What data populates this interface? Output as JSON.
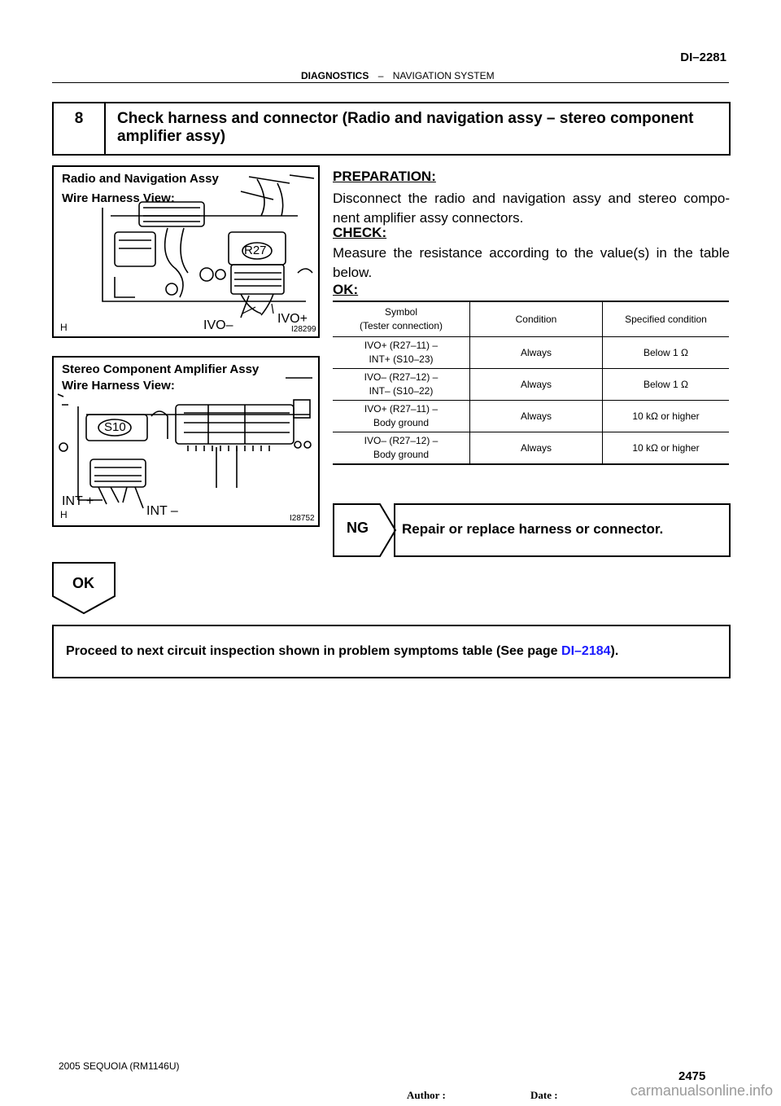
{
  "header": {
    "page_code": "DI–2281",
    "section": "DIAGNOSTICS",
    "separator": "–",
    "subsection": "NAVIGATION SYSTEM"
  },
  "step": {
    "number": "8",
    "title": "Check harness and connector (Radio and navigation assy – stereo component amplifier assy)"
  },
  "figure1": {
    "title_line1": "Radio and Navigation Assy",
    "title_line2": "Wire Harness View:",
    "connector": "R27",
    "label_neg": "IVO–",
    "label_pos": "IVO+",
    "corner": "H",
    "code": "I28299"
  },
  "figure2": {
    "title_line1": "Stereo Component Amplifier Assy",
    "title_line2": "Wire Harness View:",
    "connector": "S10",
    "label_pos": "INT +",
    "label_neg": "INT –",
    "corner": "H",
    "code": "I28752"
  },
  "content": {
    "preparation_label": "PREPARATION:",
    "preparation_text": "Disconnect the radio and navigation assy and stereo compo-nent amplifier assy connectors.",
    "check_label": "CHECK:",
    "check_text": "Measure the resistance according to the value(s) in the table below.",
    "ok_label": "OK:"
  },
  "table": {
    "headers": [
      "Symbol (Tester connection)",
      "Condition",
      "Specified condition"
    ],
    "header_col1_line1": "Symbol",
    "header_col1_line2": "(Tester connection)",
    "rows": [
      {
        "sym1": "IVO+ (R27–11) –",
        "sym2": "INT+ (S10–23)",
        "condition": "Always",
        "spec": "Below 1 Ω"
      },
      {
        "sym1": "IVO– (R27–12) –",
        "sym2": "INT– (S10–22)",
        "condition": "Always",
        "spec": "Below 1 Ω"
      },
      {
        "sym1": "IVO+ (R27–11) –",
        "sym2": "Body ground",
        "condition": "Always",
        "spec": "10 kΩ or higher"
      },
      {
        "sym1": "IVO– (R27–12) –",
        "sym2": "Body ground",
        "condition": "Always",
        "spec": "10 kΩ or higher"
      }
    ]
  },
  "ng": {
    "tag": "NG",
    "action": "Repair or replace harness or connector."
  },
  "ok": {
    "tag": "OK"
  },
  "proceed": {
    "text": "Proceed to next circuit inspection shown in problem symptoms table (See page ",
    "link": "DI–2184",
    "end": ")."
  },
  "footer": {
    "model": "2005 SEQUOIA   (RM1146U)",
    "author": "Author :",
    "date": "Date :",
    "page_number": "2475"
  },
  "watermark": "carmanualsonline.info"
}
